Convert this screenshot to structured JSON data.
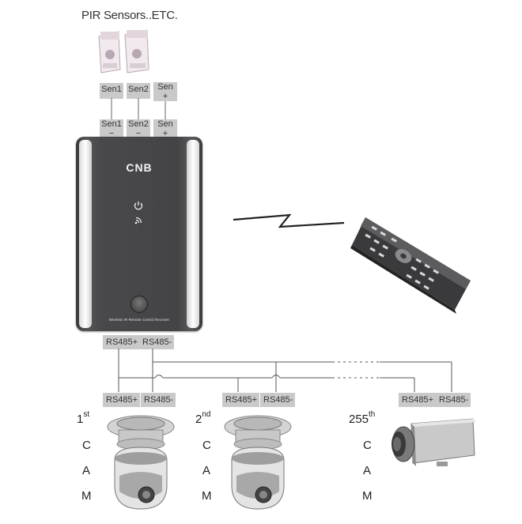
{
  "sensors": {
    "title": "PIR Sensors..ETC.",
    "top_terminals": [
      {
        "top": "Sen1",
        "sign": ""
      },
      {
        "top": "Sen2",
        "sign": ""
      },
      {
        "top": "Sen",
        "sign": "+"
      }
    ],
    "bottom_terminals": [
      {
        "top": "Sen1",
        "sign": "−"
      },
      {
        "top": "Sen2",
        "sign": "−"
      },
      {
        "top": "Sen",
        "sign": "+"
      }
    ]
  },
  "receiver": {
    "brand": "CNB",
    "caption": "Wireless IR Remote Control Receiver",
    "outputs": [
      "RS485+",
      "RS485-"
    ]
  },
  "cameras": [
    {
      "ordinal": "1",
      "suffix": "st",
      "letters": [
        "C",
        "A",
        "M"
      ],
      "terminals": [
        "RS485+",
        "RS485-"
      ],
      "kind": "dome"
    },
    {
      "ordinal": "2",
      "suffix": "nd",
      "letters": [
        "C",
        "A",
        "M"
      ],
      "terminals": [
        "RS485+",
        "RS485-"
      ],
      "kind": "dome"
    },
    {
      "ordinal": "255",
      "suffix": "th",
      "letters": [
        "C",
        "A",
        "M"
      ],
      "terminals": [
        "RS485+",
        "RS485-"
      ],
      "kind": "box"
    }
  ],
  "colors": {
    "terminal_bg": "#c9c9c9",
    "receiver_body": "#4a4a4c",
    "wire": "#555555"
  }
}
